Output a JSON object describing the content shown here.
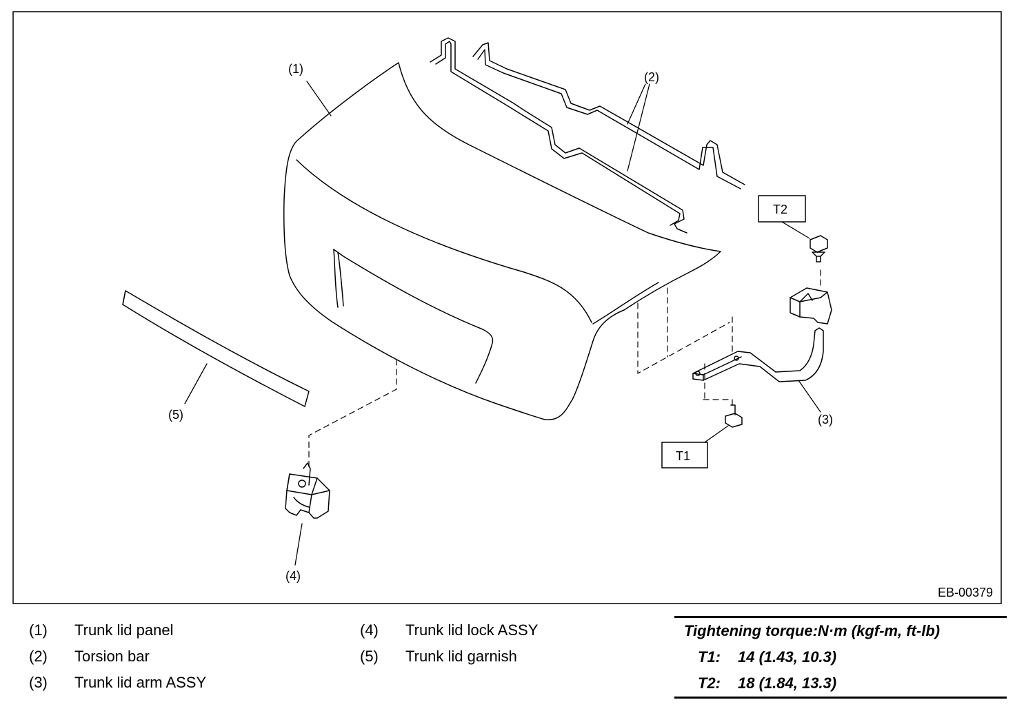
{
  "figure": {
    "code": "EB-00379",
    "callouts": {
      "c1": "(1)",
      "c2": "(2)",
      "c3": "(3)",
      "c4": "(4)",
      "c5": "(5)",
      "t1": "T1",
      "t2": "T2"
    }
  },
  "legend": {
    "col1": [
      {
        "num": "(1)",
        "label": "Trunk lid panel"
      },
      {
        "num": "(2)",
        "label": "Torsion bar"
      },
      {
        "num": "(3)",
        "label": "Trunk lid arm ASSY"
      }
    ],
    "col2": [
      {
        "num": "(4)",
        "label": "Trunk lid lock ASSY"
      },
      {
        "num": "(5)",
        "label": "Trunk lid garnish"
      }
    ]
  },
  "torque": {
    "heading": "Tightening torque:N·m (kgf-m, ft-lb)",
    "rows": [
      {
        "key": "T1:",
        "value": "14 (1.43, 10.3)"
      },
      {
        "key": "T2:",
        "value": "18 (1.84, 13.3)"
      }
    ]
  }
}
